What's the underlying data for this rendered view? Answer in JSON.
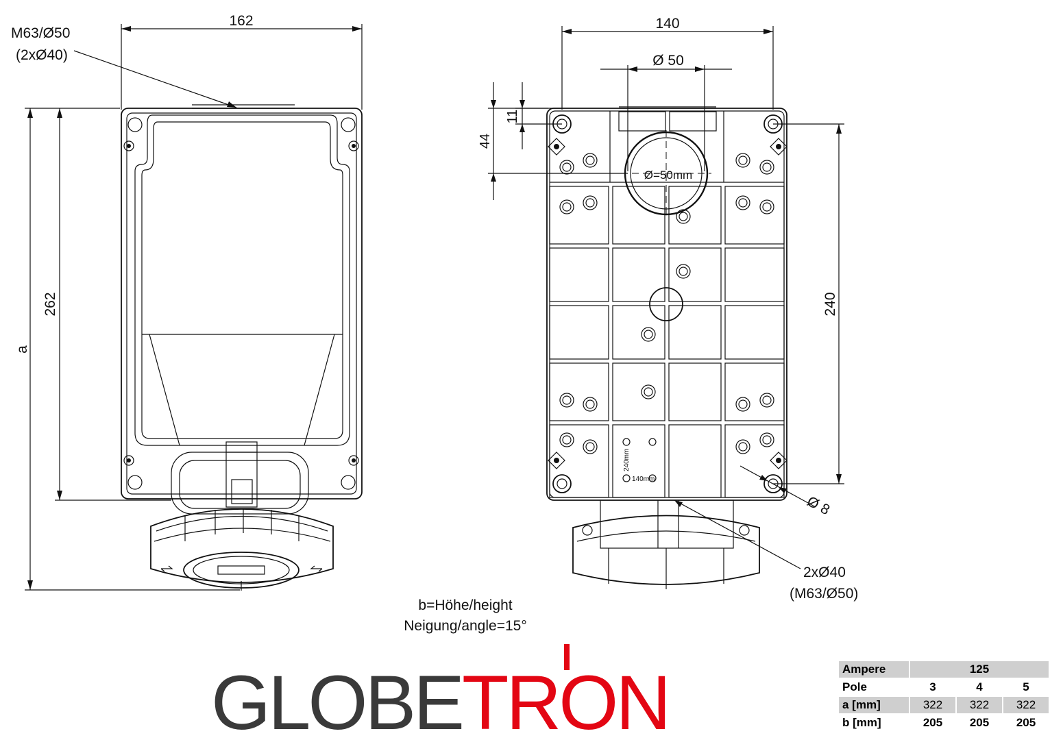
{
  "left_view": {
    "width_label": "162",
    "height_label": "262",
    "total_label": "a",
    "entry_label_1": "M63/Ø50",
    "entry_label_2": "(2xØ40)"
  },
  "right_view": {
    "width_label": "140",
    "hole_label": "Ø 50",
    "inner_hole_label": "Ø=50mm",
    "offset_11_label": "11",
    "offset_44_label": "44",
    "spacing_label": "240",
    "fixing_hole_label": "Ø 8",
    "entry_label_1": "2xØ40",
    "entry_label_2": "(M63/Ø50)",
    "knockout_label_1": "240mm",
    "knockout_label_2": "140mm"
  },
  "notes": {
    "height_note": "b=Höhe/height",
    "angle_note": "Neigung/angle=15°"
  },
  "logo": {
    "part_dark": "GLOBE",
    "part_red": "TRON",
    "dark_color": "#3a3a3a",
    "red_color": "#e30613"
  },
  "spec_table": {
    "rows": [
      {
        "label": "Ampere",
        "values": [
          "125"
        ]
      },
      {
        "label": "Pole",
        "values": [
          "3",
          "4",
          "5"
        ]
      },
      {
        "label": "a [mm]",
        "values": [
          "322",
          "322",
          "322"
        ]
      },
      {
        "label": "b [mm]",
        "values": [
          "205",
          "205",
          "205"
        ]
      }
    ]
  }
}
